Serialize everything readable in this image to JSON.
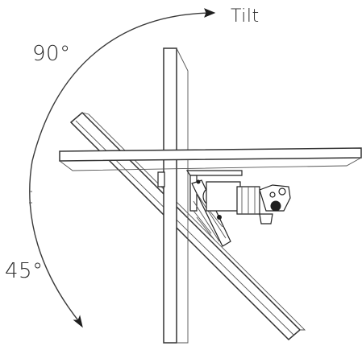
{
  "diagram": {
    "labels": {
      "tilt": "Tilt",
      "angle_90": "90°",
      "angle_45": "45°"
    },
    "colors": {
      "line": "#3a3a3a",
      "background": "#ffffff"
    }
  }
}
